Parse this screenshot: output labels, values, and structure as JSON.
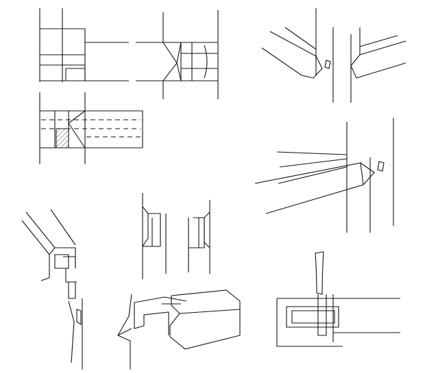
{
  "colors": {
    "ink": "#111111",
    "paper": "#ffffff"
  },
  "figures": [
    {
      "id": "joint-elevation-top-left"
    },
    {
      "id": "joint-elevation-top-middle"
    },
    {
      "id": "joint-perspective-top-right"
    },
    {
      "id": "joint-plan-dashed"
    },
    {
      "id": "joint-perspective-middle-right"
    },
    {
      "id": "joint-perspective-bottom-left"
    },
    {
      "id": "joint-slots-bottom-middle"
    },
    {
      "id": "joint-dovetail-bottom-middle"
    },
    {
      "id": "joint-wedge-bottom-right"
    }
  ]
}
